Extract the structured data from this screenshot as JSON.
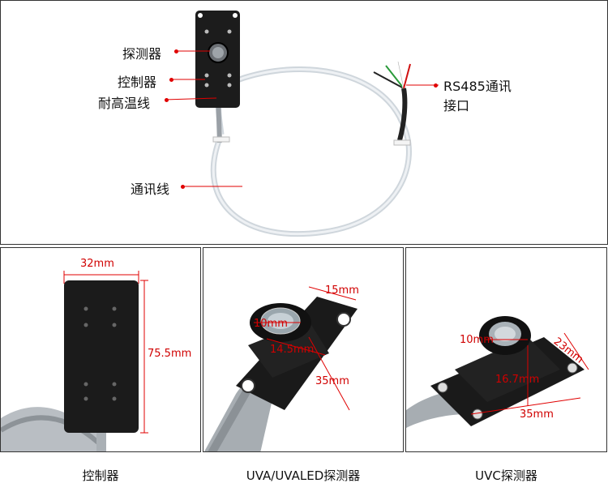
{
  "top_panel": {
    "labels": {
      "detector": "探测器",
      "controller": "控制器",
      "high_temp_wire": "耐高温线",
      "comm_wire": "通讯线",
      "rs485_line1": "RS485通讯",
      "rs485_line2": "接口"
    }
  },
  "controller_panel": {
    "width": "32mm",
    "height": "75.5mm",
    "caption": "控制器"
  },
  "uva_panel": {
    "dim_top": "15mm",
    "dim_lens": "10mm",
    "dim_body": "14.5mm",
    "dim_len": "35mm",
    "caption": "UVA/UVALED探测器"
  },
  "uvc_panel": {
    "dim_lens": "10mm",
    "dim_side": "23mm",
    "dim_body": "16.7mm",
    "dim_len": "35mm",
    "caption": "UVC探测器"
  },
  "colors": {
    "accent": "#e00000",
    "device": "#1c1c1c",
    "cable": "#dfe4e8"
  }
}
